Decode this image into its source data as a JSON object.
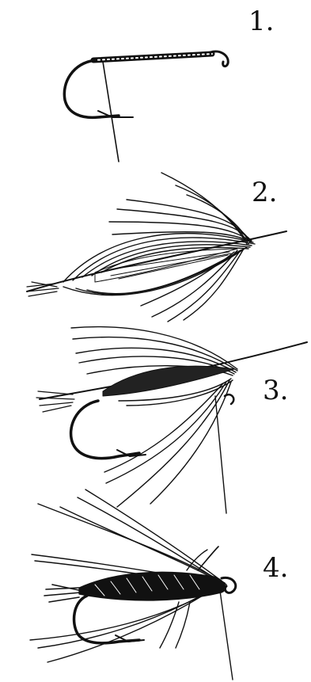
{
  "figure": {
    "steps": [
      {
        "label": "1.",
        "icon": "bare-hook-with-wrapped-shank"
      },
      {
        "label": "2.",
        "icon": "tied-wing-feathers"
      },
      {
        "label": "3.",
        "icon": "wing-mounted-on-hook"
      },
      {
        "label": "4.",
        "icon": "finished-wet-fly"
      }
    ]
  }
}
